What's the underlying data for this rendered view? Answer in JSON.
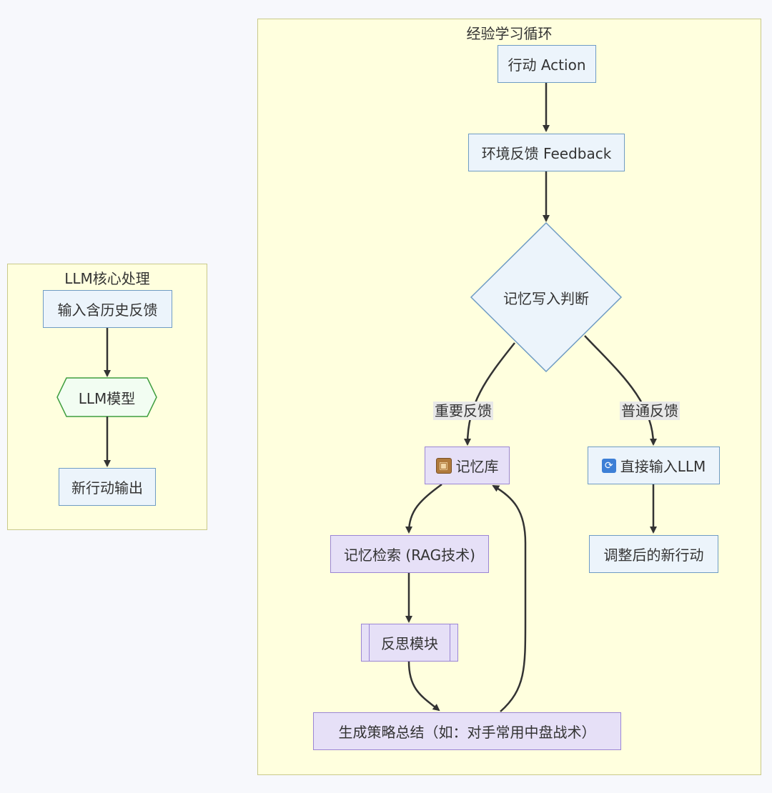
{
  "left_cluster": {
    "title": "LLM核心处理",
    "nodes": {
      "input": "输入含历史反馈",
      "model": "LLM模型",
      "output": "新行动输出"
    }
  },
  "right_cluster": {
    "title": "经验学习循环",
    "nodes": {
      "action": "行动 Action",
      "feedback": "环境反馈 Feedback",
      "decision": "记忆写入判断",
      "memory": "记忆库",
      "direct": "直接输入LLM",
      "retrieve": "记忆检索 (RAG技术)",
      "reflect": "反思模块",
      "summary": "生成策略总结（如：对手常用中盘战术）",
      "adjusted": "调整后的新行动"
    },
    "edge_labels": {
      "important": "重要反馈",
      "normal": "普通反馈"
    },
    "icons": {
      "memory": "package-icon",
      "direct": "sync-arrows-icon"
    }
  },
  "colors": {
    "cluster_fill": "#ffffde",
    "cluster_border": "#c9c98a",
    "node_fill": "#ecf4fb",
    "node_border": "#6f9cc4",
    "highlight_fill": "#e6e0f7",
    "highlight_border": "#9b86d4",
    "model_fill": "#f2fdf2",
    "model_border": "#3f9e3f",
    "edge": "#333333"
  }
}
